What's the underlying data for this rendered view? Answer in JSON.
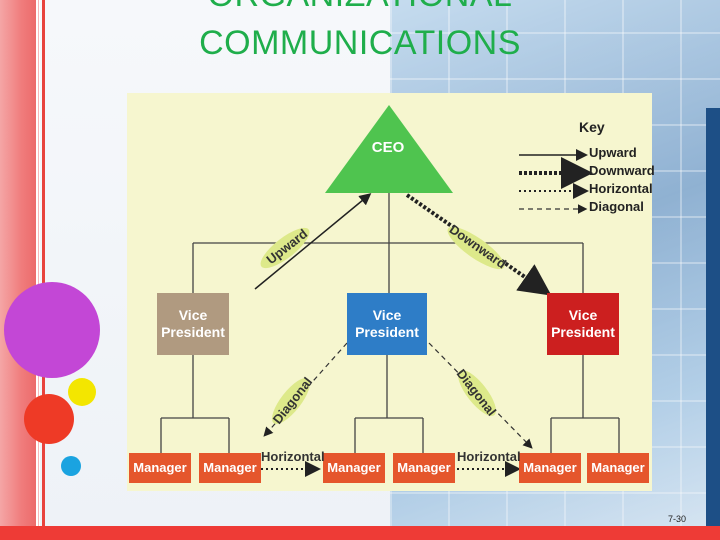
{
  "slide": {
    "title_line1": "ORGANIZATIONAL",
    "title_line2": "COMMUNICATIONS",
    "page_number": "7-30"
  },
  "diagram": {
    "ceo": "CEO",
    "vice_presidents": [
      "Vice\nPresident",
      "Vice\nPresident",
      "Vice\nPresident"
    ],
    "managers": [
      "Manager",
      "Manager",
      "Manager",
      "Manager",
      "Manager",
      "Manager"
    ],
    "key": {
      "title": "Key",
      "items": [
        "Upward",
        "Downward",
        "Horizontal",
        "Diagonal"
      ]
    },
    "arrow_labels": {
      "upward": "Upward",
      "downward": "Downward",
      "diagonal_left": "Diagonal",
      "diagonal_right": "Diagonal",
      "horizontal_left": "Horizontal",
      "horizontal_right": "Horizontal"
    },
    "colors": {
      "ceo": "#4fc44f",
      "vp_left": "#b09a80",
      "vp_center": "#2e7dc7",
      "vp_right": "#cc1f1f",
      "manager": "#e5562c",
      "label_tag": "#dde98a",
      "background": "#f6f6cf"
    }
  }
}
